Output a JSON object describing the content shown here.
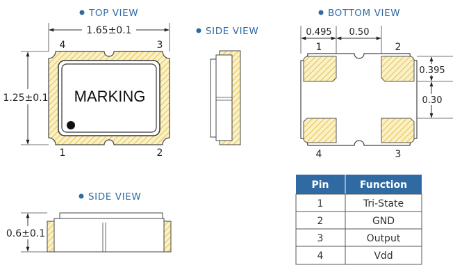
{
  "top_view": {
    "title": "TOP VIEW",
    "width_dim": "1.65±0.1",
    "height_dim": "1.25±0.1",
    "marking": "MARKING",
    "pins": [
      "4",
      "3",
      "1",
      "2"
    ]
  },
  "side_view_right": {
    "title": "SIDE VIEW"
  },
  "side_view_bottom": {
    "title": "SIDE VIEW",
    "height_dim": "0.6±0.1"
  },
  "bottom_view": {
    "title": "BOTTOM VIEW",
    "dim_left": "0.495",
    "dim_gap": "0.50",
    "dim_pad_h": "0.395",
    "dim_gap_v": "0.30",
    "pins": [
      "1",
      "2",
      "4",
      "3"
    ]
  },
  "pin_table": {
    "headers": [
      "Pin",
      "Function"
    ],
    "rows": [
      [
        "1",
        "Tri-State"
      ],
      [
        "2",
        "GND"
      ],
      [
        "3",
        "Output"
      ],
      [
        "4",
        "Vdd"
      ]
    ],
    "header_color": "#2f6aa3"
  },
  "colors": {
    "accent": "#2f6aa3",
    "pad": "#f2df96"
  }
}
